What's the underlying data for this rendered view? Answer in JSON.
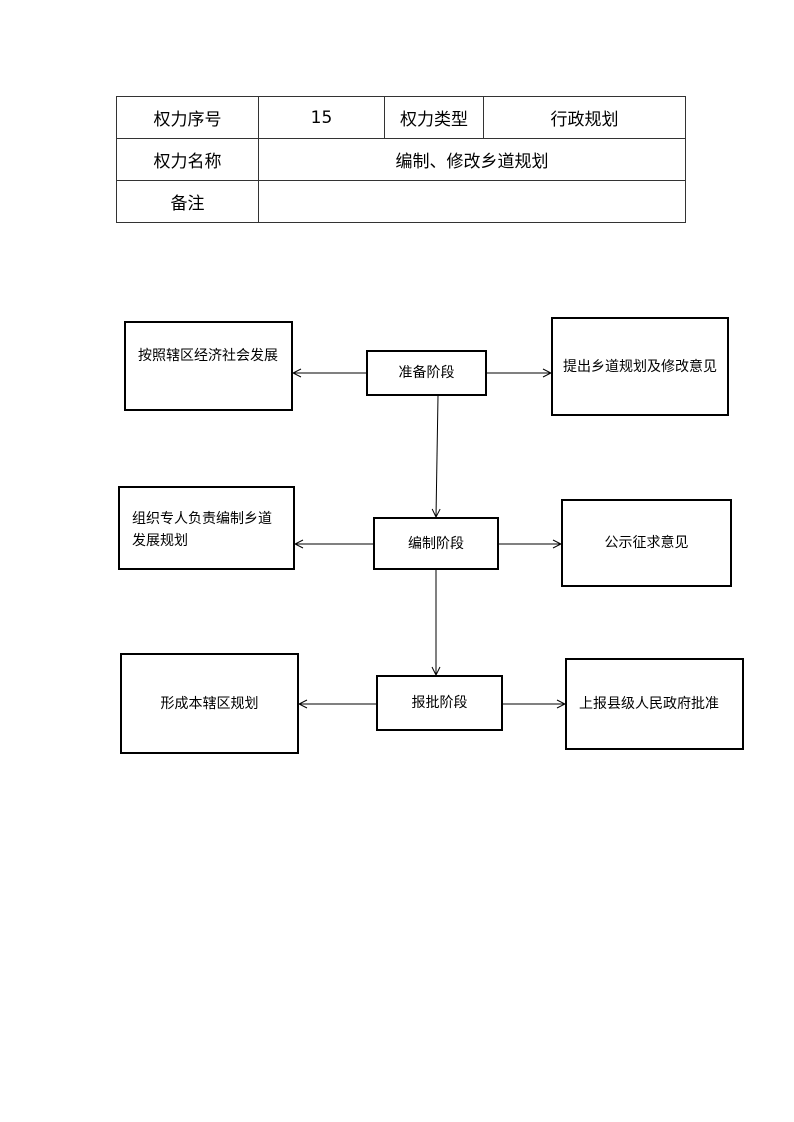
{
  "info_table": {
    "label_seq": "权力序号",
    "value_seq": "15",
    "label_type": "权力类型",
    "value_type": "行政规划",
    "label_name": "权力名称",
    "value_name": "编制、修改乡道规划",
    "label_note": "备注",
    "value_note": ""
  },
  "flow": {
    "stage1": "准备阶段",
    "stage1_left": "按照辖区经济社会发展",
    "stage1_right": "提出乡道规划及修改意见",
    "stage2": "编制阶段",
    "stage2_left": "组织专人负责编制乡道发展规划",
    "stage2_right": "公示征求意见",
    "stage3": "报批阶段",
    "stage3_left": "形成本辖区规划",
    "stage3_right": "上报县级人民政府批准"
  }
}
